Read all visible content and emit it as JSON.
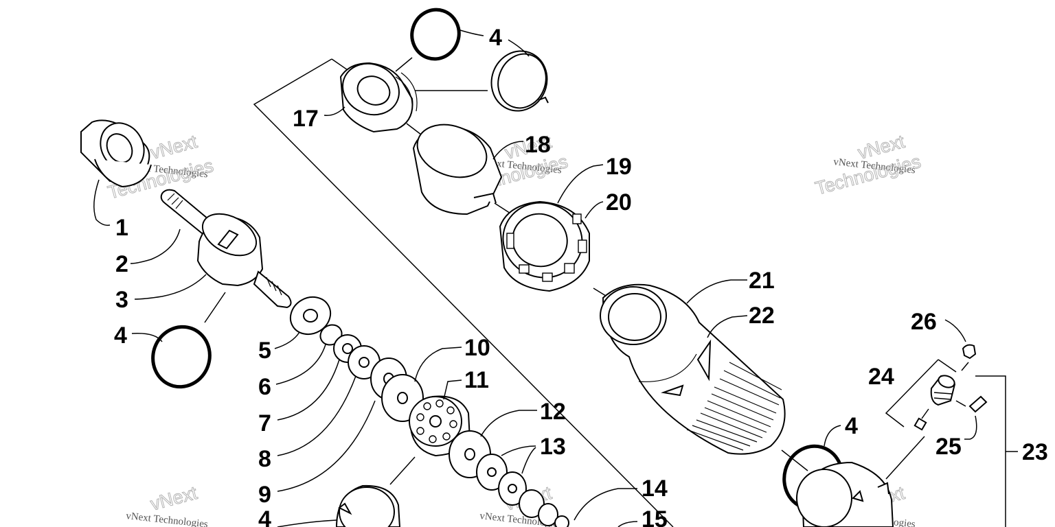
{
  "diagram": {
    "callouts": {
      "c1": "1",
      "c2": "2",
      "c3": "3",
      "c4a": "4",
      "c4b": "4",
      "c4c": "4",
      "c4d": "4",
      "c5": "5",
      "c6": "6",
      "c7": "7",
      "c8": "8",
      "c9": "9",
      "c10": "10",
      "c11": "11",
      "c12": "12",
      "c13": "13",
      "c14": "14",
      "c15": "15",
      "c17": "17",
      "c18": "18",
      "c19": "19",
      "c20": "20",
      "c21": "21",
      "c22": "22",
      "c23": "23",
      "c24": "24",
      "c25": "25",
      "c26": "26"
    },
    "watermark": {
      "line1": "vNext Technologies",
      "line2": "vNext",
      "line3": "Technologies"
    }
  }
}
